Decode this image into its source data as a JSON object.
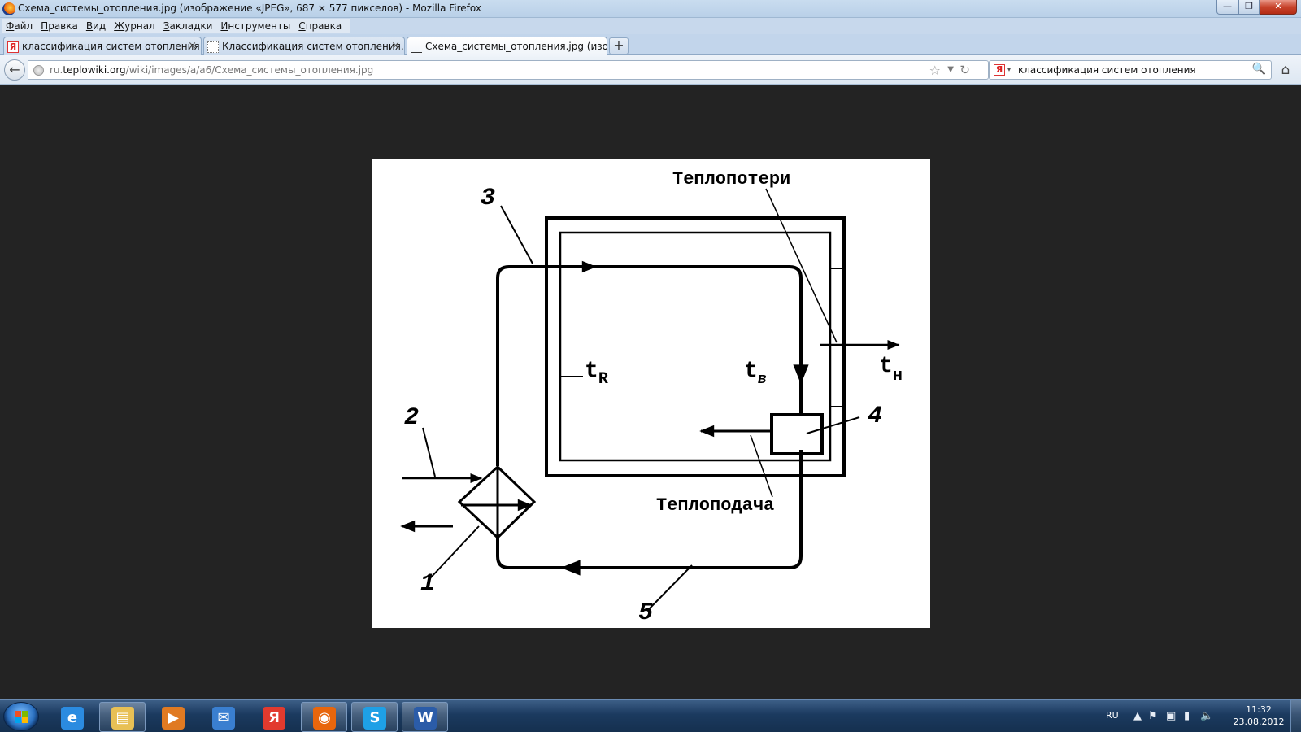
{
  "window": {
    "title": "Схема_системы_отопления.jpg (изображение «JPEG», 687 × 577 пикселов) - Mozilla Firefox",
    "app_icon": "firefox-icon",
    "controls": {
      "minimize": "—",
      "maximize": "❐",
      "close": "✕"
    }
  },
  "menu": {
    "items": [
      {
        "label": "Файл",
        "key": "Ф",
        "rest": "айл"
      },
      {
        "label": "Правка",
        "key": "П",
        "rest": "равка"
      },
      {
        "label": "Вид",
        "key": "В",
        "rest": "ид"
      },
      {
        "label": "Журнал",
        "key": "Ж",
        "rest": "урнал"
      },
      {
        "label": "Закладки",
        "key": "З",
        "rest": "акладки"
      },
      {
        "label": "Инструменты",
        "key": "И",
        "rest": "нструменты"
      },
      {
        "label": "Справка",
        "key": "С",
        "rest": "правка"
      }
    ]
  },
  "tabs": [
    {
      "label": "классификация систем отопления ...",
      "icon": "yandex-icon",
      "icon_glyph": "Я",
      "close": "×",
      "active": false
    },
    {
      "label": "Классификация систем отопления. ...",
      "icon": "blank-page-icon",
      "close": "×",
      "active": false
    },
    {
      "label": "Схема_системы_отопления.jpg (изо...",
      "icon": "image-icon",
      "close": "×",
      "active": true
    }
  ],
  "new_tab": "+",
  "nav": {
    "back": "←",
    "url_prefix": "ru.",
    "url_domain": "teplowiki.org",
    "url_path": "/wiki/images/a/a6/Схема_системы_отопления.jpg",
    "star": "☆",
    "dropdown": "▼",
    "reload": "↻",
    "search_engine_glyph": "Я",
    "search_engine_drop": "▾",
    "search_value": "классификация систем отопления",
    "search_icon": "🔍",
    "home": "⌂"
  },
  "diagram": {
    "label_heat_loss": "Теплопотери",
    "label_heat_supply": "Теплоподача",
    "label_1": "1",
    "label_2": "2",
    "label_3": "3",
    "label_4": "4",
    "label_5": "5",
    "label_tr_main": "t",
    "label_tr_sub": "R",
    "label_tv_main": "t",
    "label_tv_sub": "в",
    "label_tn_main": "t",
    "label_tn_sub": "н"
  },
  "taskbar": {
    "items": [
      {
        "name": "ie-icon",
        "glyph": "e",
        "color": "#2b8be0",
        "state": "pinned"
      },
      {
        "name": "explorer-icon",
        "glyph": "▤",
        "color": "#e8c055",
        "state": "open"
      },
      {
        "name": "media-player-icon",
        "glyph": "▶",
        "color": "#e07a22",
        "state": "pinned"
      },
      {
        "name": "mail-icon",
        "glyph": "✉",
        "color": "#3a7fd0",
        "state": "pinned"
      },
      {
        "name": "yandex-icon",
        "glyph": "Я",
        "color": "#e23a2e",
        "state": "pinned"
      },
      {
        "name": "firefox-icon",
        "glyph": "◉",
        "color": "#e8660c",
        "state": "open"
      },
      {
        "name": "skype-icon",
        "glyph": "S",
        "color": "#1ea0e6",
        "state": "open"
      },
      {
        "name": "word-icon",
        "glyph": "W",
        "color": "#2b5ca8",
        "state": "open"
      }
    ],
    "language": "RU",
    "tray_icons": [
      "▲",
      "⚑",
      "▣",
      "▮",
      "🔈"
    ],
    "time": "11:32",
    "date": "23.08.2012"
  }
}
